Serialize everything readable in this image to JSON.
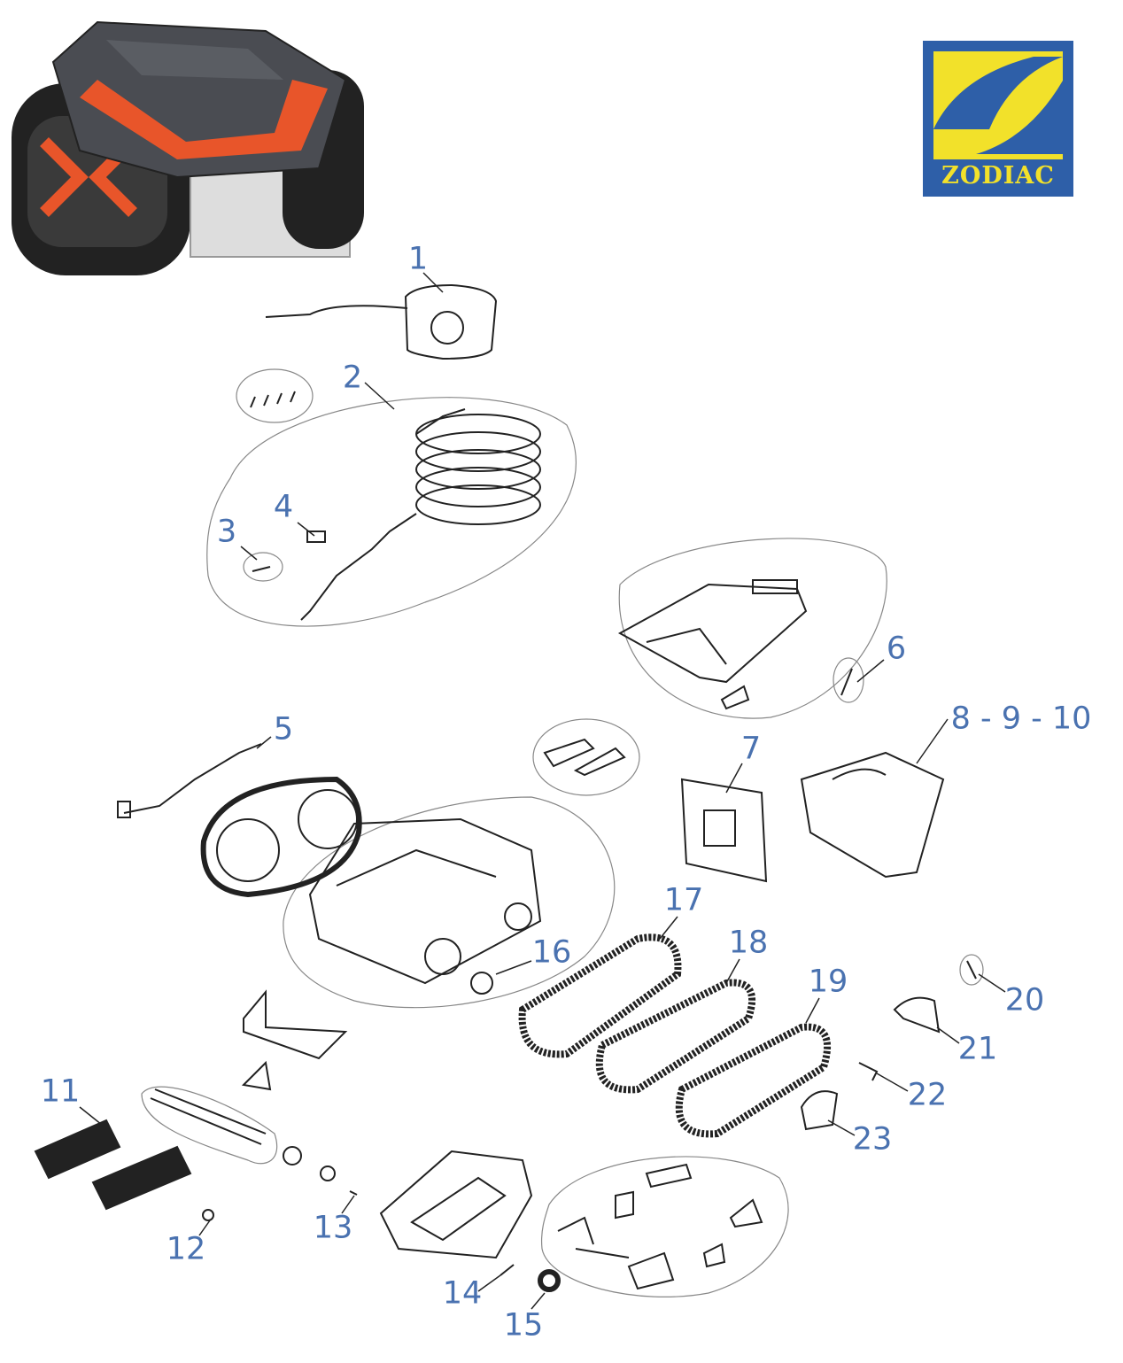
{
  "brand": {
    "name": "ZODIAC",
    "colors": {
      "blue": "#2e5fa8",
      "yellow": "#f2e12a"
    }
  },
  "label_color": "#4a72b0",
  "callouts": [
    "1",
    "2",
    "3",
    "4",
    "5",
    "6",
    "7",
    "8 - 9 - 10",
    "11",
    "12",
    "13",
    "14",
    "15",
    "16",
    "17",
    "18",
    "19",
    "20",
    "21",
    "22",
    "23"
  ]
}
